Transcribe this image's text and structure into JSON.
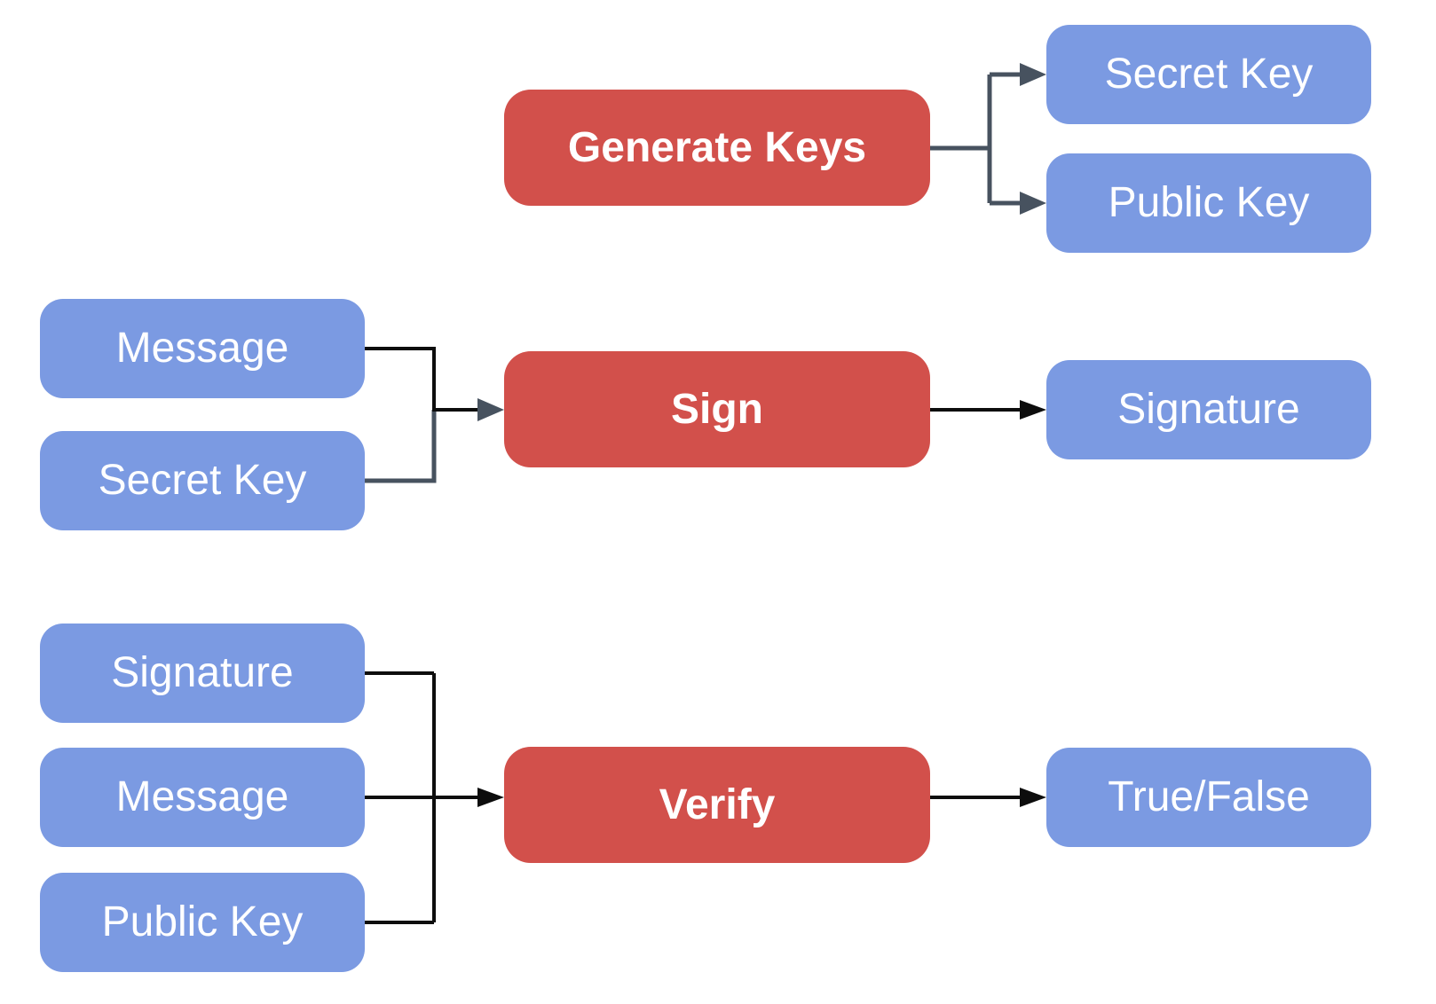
{
  "colors": {
    "background": "#ffffff",
    "process_fill": "#d2504b",
    "data_fill": "#7b9ae2",
    "node_text": "#ffffff",
    "connector_black": "#0d0d0d",
    "connector_slate": "#47525f"
  },
  "nodes": {
    "generate_keys": {
      "label": "Generate Keys",
      "kind": "process"
    },
    "secret_key_generated": {
      "label": "Secret Key",
      "kind": "data"
    },
    "public_key_generated": {
      "label": "Public Key",
      "kind": "data"
    },
    "message_sign_input": {
      "label": "Message",
      "kind": "data"
    },
    "secret_key_sign_input": {
      "label": "Secret Key",
      "kind": "data"
    },
    "sign": {
      "label": "Sign",
      "kind": "process"
    },
    "signature_output": {
      "label": "Signature",
      "kind": "data"
    },
    "signature_verify_input": {
      "label": "Signature",
      "kind": "data"
    },
    "message_verify_input": {
      "label": "Message",
      "kind": "data"
    },
    "public_key_verify_input": {
      "label": "Public Key",
      "kind": "data"
    },
    "verify": {
      "label": "Verify",
      "kind": "process"
    },
    "true_false_output": {
      "label": "True/False",
      "kind": "data"
    }
  },
  "edges": [
    {
      "from": "generate_keys",
      "to": "secret_key_generated"
    },
    {
      "from": "generate_keys",
      "to": "public_key_generated"
    },
    {
      "from": "message_sign_input",
      "to": "sign"
    },
    {
      "from": "secret_key_sign_input",
      "to": "sign"
    },
    {
      "from": "sign",
      "to": "signature_output"
    },
    {
      "from": "signature_verify_input",
      "to": "verify"
    },
    {
      "from": "message_verify_input",
      "to": "verify"
    },
    {
      "from": "public_key_verify_input",
      "to": "verify"
    },
    {
      "from": "verify",
      "to": "true_false_output"
    }
  ]
}
